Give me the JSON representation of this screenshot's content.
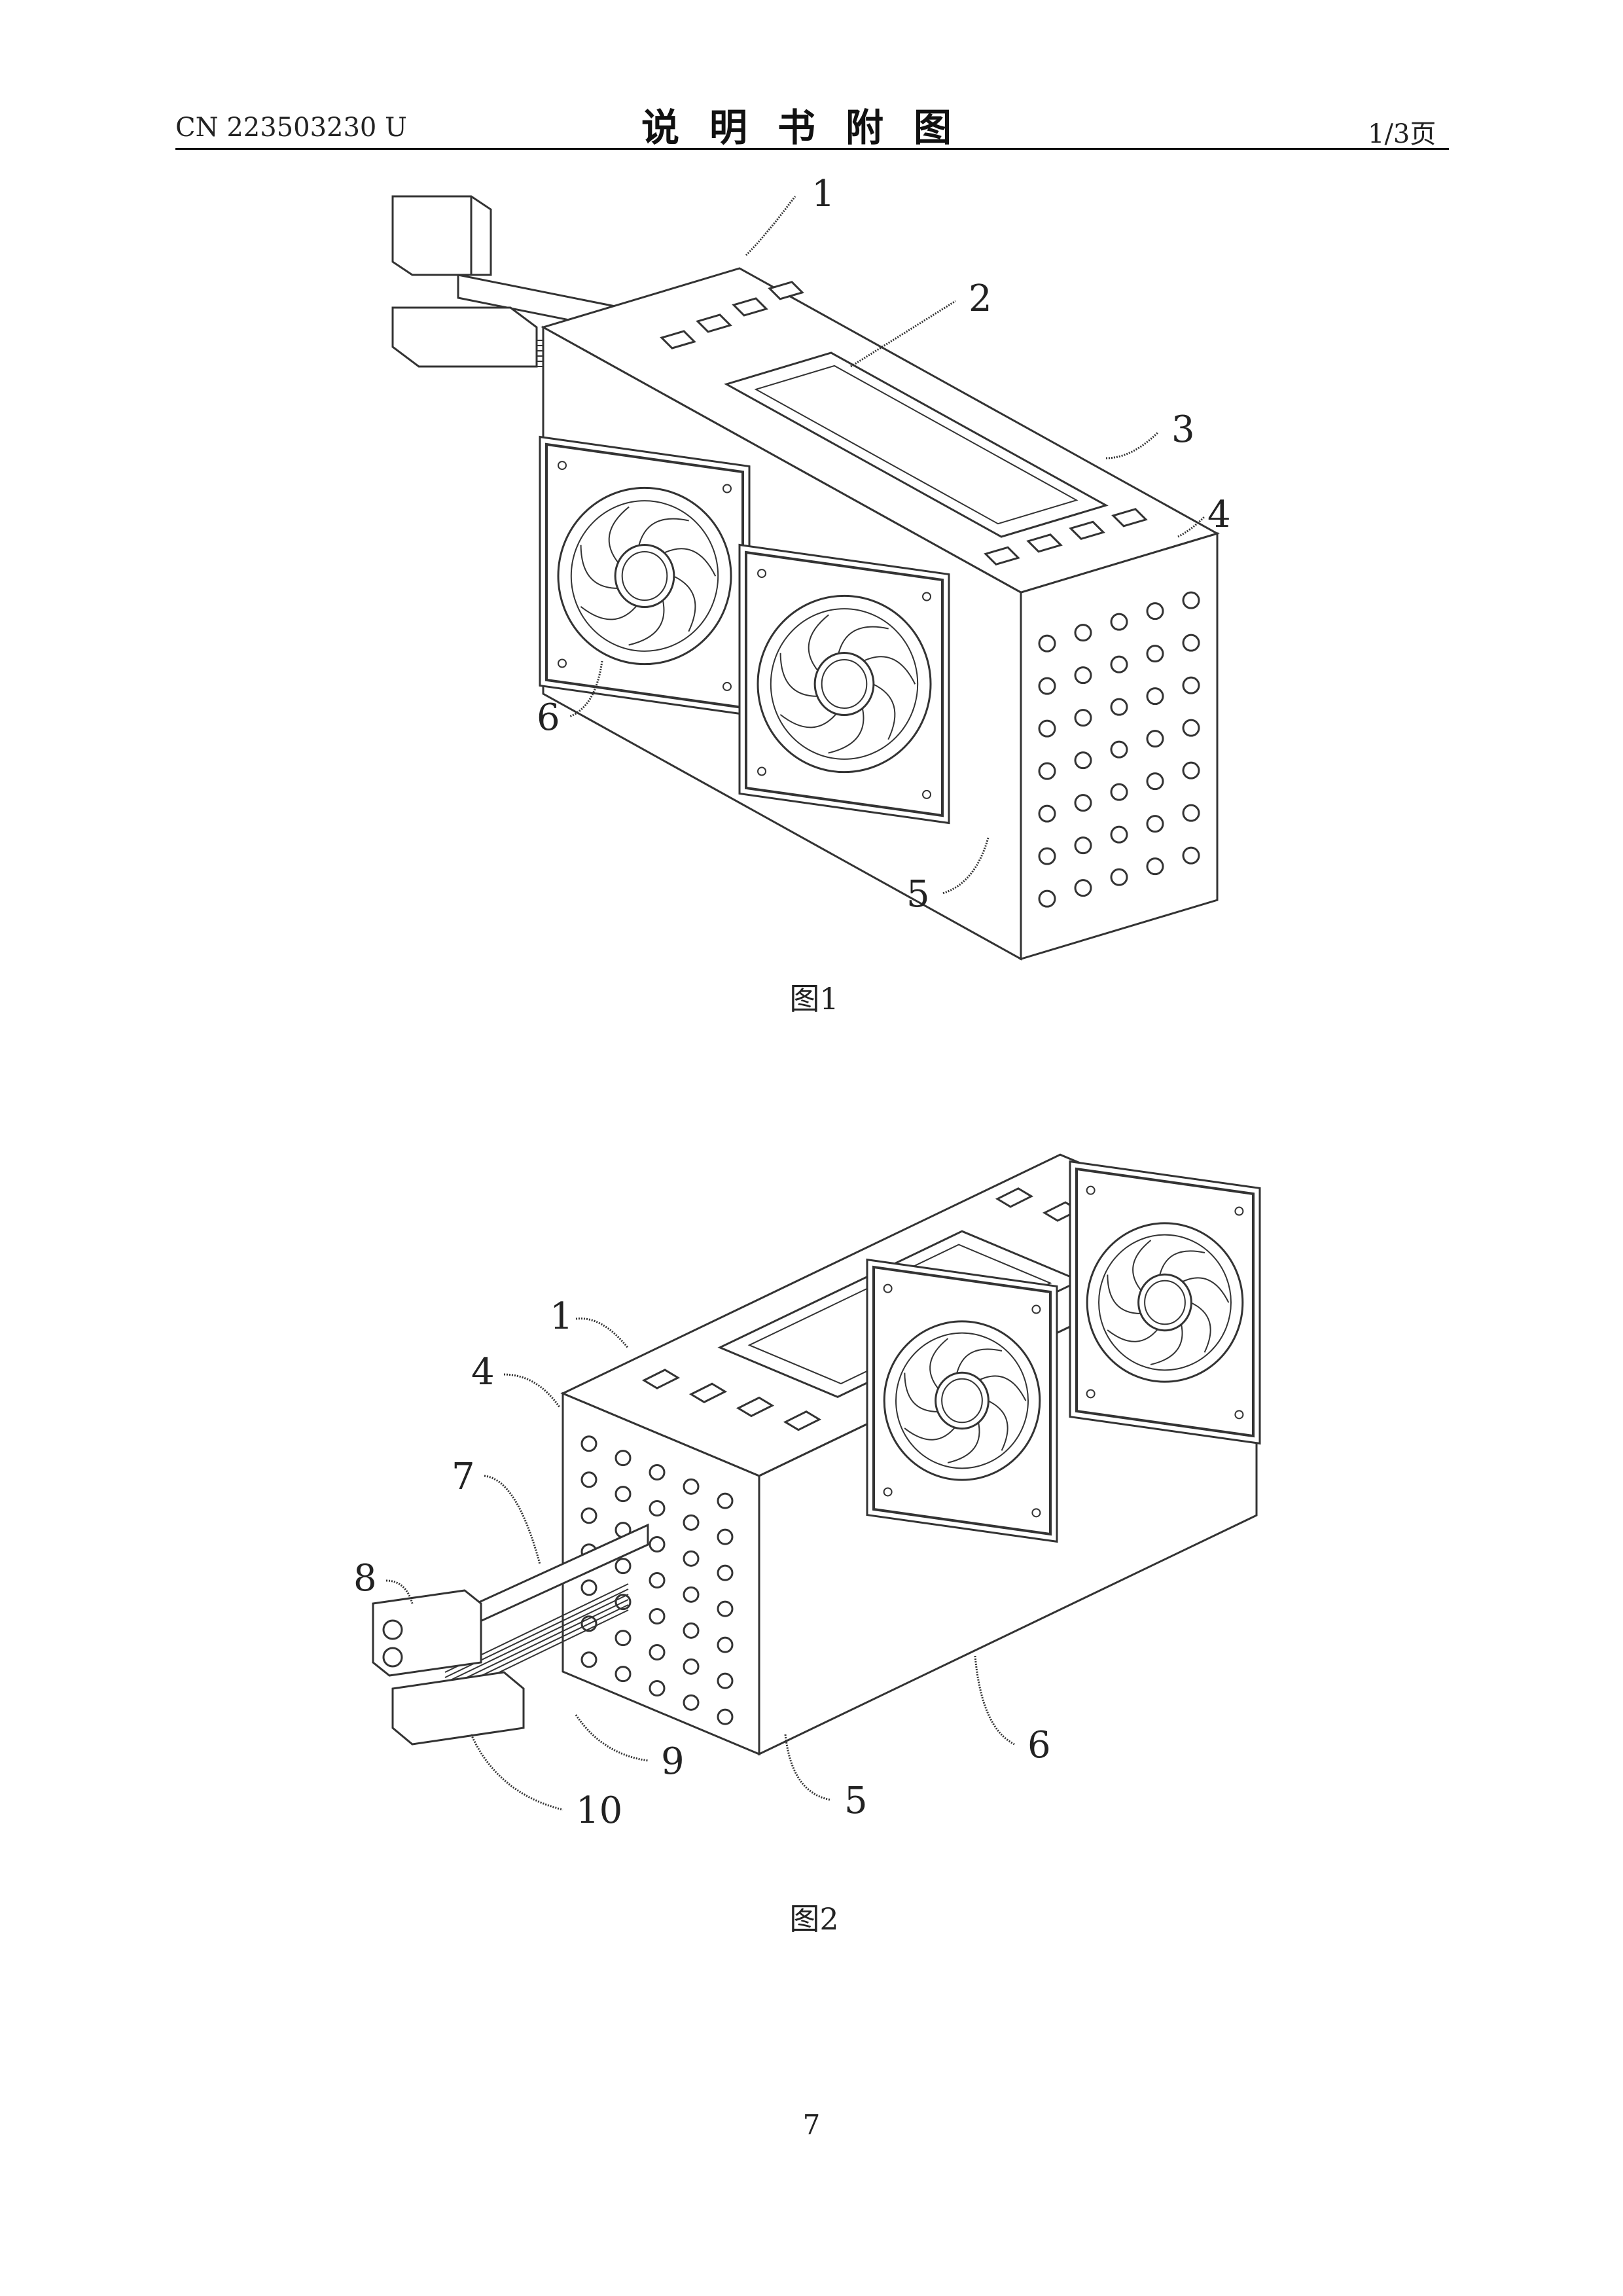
{
  "header": {
    "left": "CN 223503230 U",
    "title": "说明书附图",
    "right": "1/3页"
  },
  "figures": [
    {
      "caption": "图1",
      "callouts": [
        "1",
        "2",
        "3",
        "4",
        "6",
        "5"
      ]
    },
    {
      "caption": "图2",
      "callouts": [
        "1",
        "4",
        "7",
        "8",
        "9",
        "10",
        "5",
        "6"
      ]
    }
  ],
  "footer": {
    "page_number": "7"
  }
}
